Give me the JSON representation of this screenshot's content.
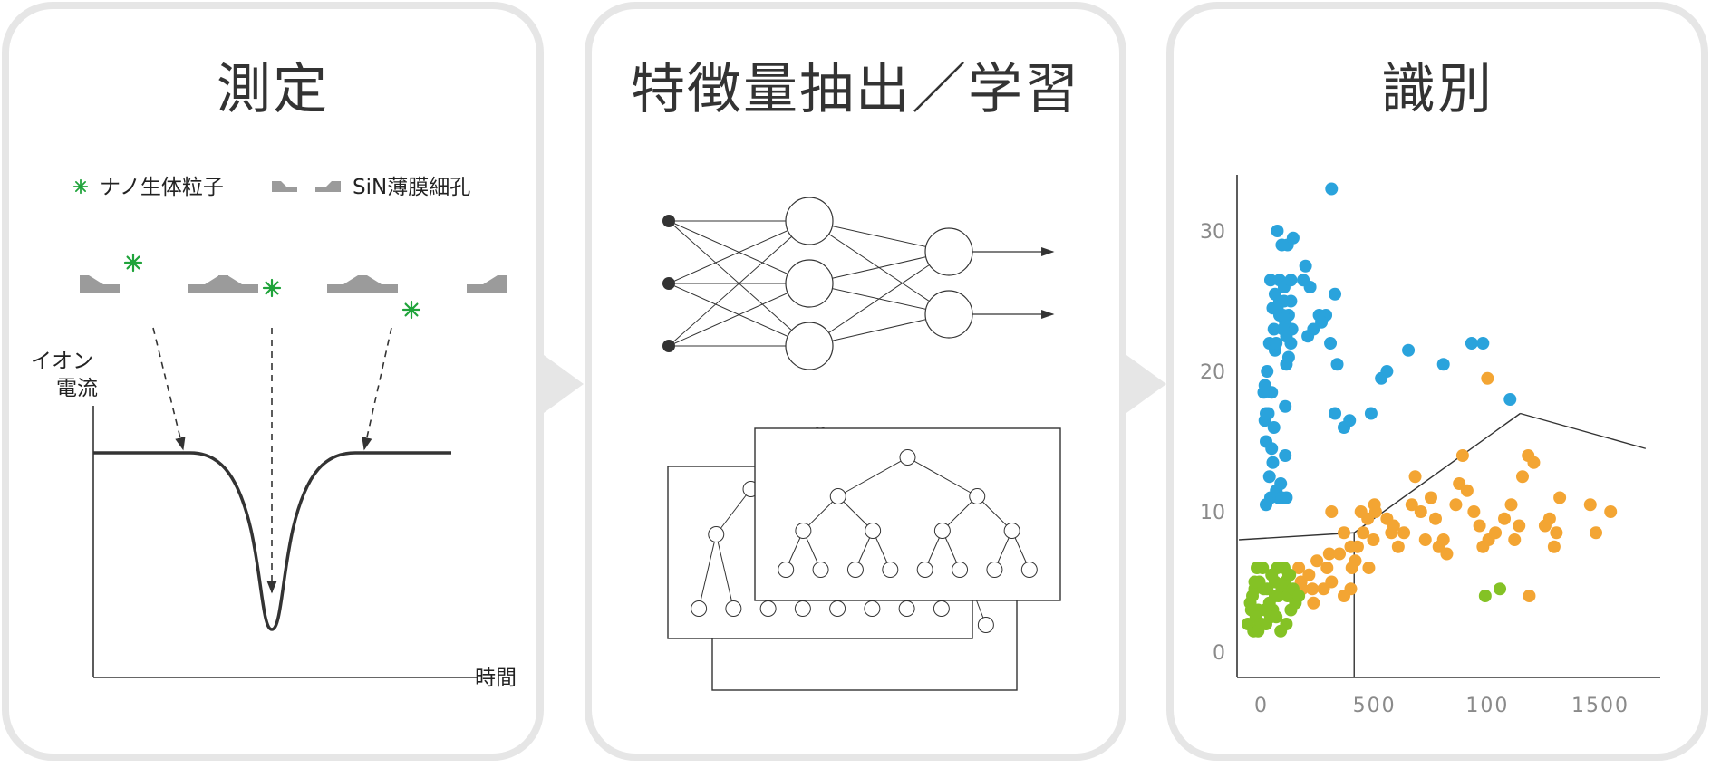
{
  "panels": {
    "measure": {
      "title": "測定"
    },
    "learn": {
      "title": "特徴量抽出／学習"
    },
    "identify": {
      "title": "識別"
    }
  },
  "legend": {
    "particle": "ナノ生体粒子",
    "pore": "SiN薄膜細孔"
  },
  "signal": {
    "ylabel_line1": "イオン",
    "ylabel_line2": "電流",
    "xlabel": "時間"
  },
  "colors": {
    "particle": "#1fa33a",
    "membrane": "#9b9b9b",
    "blue": "#2aa3dc",
    "orange": "#f3a533",
    "green": "#84c225",
    "panel_border": "#e6e6e6"
  },
  "chart_data": {
    "type": "scatter",
    "x_ticks": [
      "0",
      "500",
      "100",
      "1500"
    ],
    "y_ticks": [
      "0",
      "10",
      "20",
      "30"
    ],
    "xlim": [
      -100,
      1700
    ],
    "ylim": [
      -2,
      34
    ],
    "grid": false,
    "series": [
      {
        "color": "blue",
        "points": [
          [
            20,
            10.5
          ],
          [
            40,
            11
          ],
          [
            75,
            11
          ],
          [
            65,
            11.5
          ],
          [
            35,
            12.5
          ],
          [
            50,
            13.5
          ],
          [
            20,
            15
          ],
          [
            45,
            14.5
          ],
          [
            15,
            16.5
          ],
          [
            30,
            17
          ],
          [
            45,
            18.5
          ],
          [
            10,
            18.5
          ],
          [
            20,
            17
          ],
          [
            55,
            16
          ],
          [
            15,
            19
          ],
          [
            25,
            20
          ],
          [
            105,
            14
          ],
          [
            80,
            11
          ],
          [
            90,
            11
          ],
          [
            110,
            11
          ],
          [
            85,
            12
          ],
          [
            105,
            17.5
          ],
          [
            120,
            21
          ],
          [
            110,
            20.5
          ],
          [
            130,
            22
          ],
          [
            60,
            21.5
          ],
          [
            120,
            24
          ],
          [
            135,
            23
          ],
          [
            105,
            23.5
          ],
          [
            80,
            25
          ],
          [
            100,
            25
          ],
          [
            130,
            25
          ],
          [
            50,
            24.5
          ],
          [
            55,
            23
          ],
          [
            80,
            24
          ],
          [
            95,
            24
          ],
          [
            70,
            24.5
          ],
          [
            40,
            26.5
          ],
          [
            80,
            26.5
          ],
          [
            100,
            26
          ],
          [
            60,
            25.5
          ],
          [
            95,
            23
          ],
          [
            130,
            26.5
          ],
          [
            185,
            26.5
          ],
          [
            115,
            29
          ],
          [
            195,
            27.5
          ],
          [
            215,
            26
          ],
          [
            255,
            24
          ],
          [
            285,
            24
          ],
          [
            265,
            23.5
          ],
          [
            70,
            30
          ],
          [
            90,
            29
          ],
          [
            140,
            29.5
          ],
          [
            230,
            23
          ],
          [
            205,
            22.5
          ],
          [
            35,
            22
          ],
          [
            65,
            22
          ],
          [
            110,
            22.5
          ],
          [
            310,
            33
          ],
          [
            325,
            25.5
          ],
          [
            305,
            22
          ],
          [
            335,
            20.5
          ],
          [
            325,
            17
          ],
          [
            365,
            16
          ],
          [
            390,
            16.5
          ],
          [
            485,
            17
          ],
          [
            530,
            19.5
          ],
          [
            555,
            20
          ],
          [
            650,
            21.5
          ],
          [
            805,
            20.5
          ],
          [
            980,
            22
          ],
          [
            1100,
            18
          ],
          [
            930,
            22
          ]
        ]
      },
      {
        "color": "orange",
        "points": [
          [
            145,
            4
          ],
          [
            175,
            5
          ],
          [
            165,
            6
          ],
          [
            210,
            5.5
          ],
          [
            225,
            4.5
          ],
          [
            245,
            6.5
          ],
          [
            275,
            4.5
          ],
          [
            290,
            6
          ],
          [
            310,
            5
          ],
          [
            300,
            7
          ],
          [
            345,
            7
          ],
          [
            365,
            8.5
          ],
          [
            395,
            7.5
          ],
          [
            415,
            6.5
          ],
          [
            425,
            7.5
          ],
          [
            450,
            8.5
          ],
          [
            470,
            9.5
          ],
          [
            495,
            8
          ],
          [
            505,
            10
          ],
          [
            555,
            9.5
          ],
          [
            575,
            8.5
          ],
          [
            585,
            9
          ],
          [
            605,
            7.5
          ],
          [
            630,
            8.5
          ],
          [
            665,
            10.5
          ],
          [
            680,
            12.5
          ],
          [
            705,
            10
          ],
          [
            725,
            8
          ],
          [
            750,
            11
          ],
          [
            770,
            9.5
          ],
          [
            785,
            7.5
          ],
          [
            805,
            8
          ],
          [
            820,
            7
          ],
          [
            860,
            10.5
          ],
          [
            875,
            12
          ],
          [
            890,
            14
          ],
          [
            910,
            11.5
          ],
          [
            940,
            10
          ],
          [
            965,
            9
          ],
          [
            980,
            7.5
          ],
          [
            1005,
            8
          ],
          [
            1035,
            8.5
          ],
          [
            1075,
            9.5
          ],
          [
            1105,
            10.5
          ],
          [
            1120,
            8
          ],
          [
            1140,
            9
          ],
          [
            1155,
            12.5
          ],
          [
            1180,
            14
          ],
          [
            1205,
            13.5
          ],
          [
            1255,
            9
          ],
          [
            1275,
            9.5
          ],
          [
            1295,
            7.5
          ],
          [
            1305,
            8.5
          ],
          [
            1320,
            11
          ],
          [
            1455,
            10.5
          ],
          [
            1480,
            8.5
          ],
          [
            1545,
            10
          ],
          [
            1185,
            4
          ],
          [
            500,
            10.5
          ],
          [
            400,
            6
          ],
          [
            395,
            4.5
          ],
          [
            365,
            4
          ],
          [
            310,
            10
          ],
          [
            230,
            3.5
          ],
          [
            180,
            4.5
          ],
          [
            1000,
            19.5
          ],
          [
            440,
            10
          ],
          [
            475,
            6
          ]
        ]
      },
      {
        "color": "green",
        "points": [
          [
            -60,
            2
          ],
          [
            -50,
            3.5
          ],
          [
            -30,
            4.5
          ],
          [
            -10,
            5
          ],
          [
            10,
            4.5
          ],
          [
            -15,
            3
          ],
          [
            0,
            2
          ],
          [
            15,
            3
          ],
          [
            35,
            3.5
          ],
          [
            50,
            3
          ],
          [
            60,
            5
          ],
          [
            75,
            4
          ],
          [
            90,
            4.5
          ],
          [
            105,
            5
          ],
          [
            115,
            4
          ],
          [
            120,
            5.5
          ],
          [
            100,
            6
          ],
          [
            70,
            6
          ],
          [
            45,
            5.5
          ],
          [
            25,
            4.5
          ],
          [
            5,
            6
          ],
          [
            -20,
            6
          ],
          [
            -30,
            5
          ],
          [
            -40,
            4
          ],
          [
            -45,
            3
          ],
          [
            -25,
            2.5
          ],
          [
            -5,
            2
          ],
          [
            20,
            2
          ],
          [
            40,
            2.5
          ],
          [
            65,
            2.5
          ],
          [
            85,
            1.5
          ],
          [
            110,
            2
          ],
          [
            130,
            3
          ],
          [
            150,
            3.5
          ],
          [
            140,
            4.5
          ],
          [
            125,
            5.5
          ],
          [
            -35,
            1.5
          ],
          [
            -15,
            1.5
          ],
          [
            165,
            4
          ],
          [
            990,
            4
          ],
          [
            1055,
            4.5
          ],
          [
            60,
            4
          ]
        ]
      }
    ],
    "boundaries": [
      [
        [
          -100,
          8
        ],
        [
          410,
          8.5
        ]
      ],
      [
        [
          410,
          8.5
        ],
        [
          410,
          -2
        ]
      ],
      [
        [
          410,
          8.5
        ],
        [
          1145,
          17
        ]
      ],
      [
        [
          1145,
          17
        ],
        [
          1700,
          14.5
        ]
      ]
    ]
  }
}
